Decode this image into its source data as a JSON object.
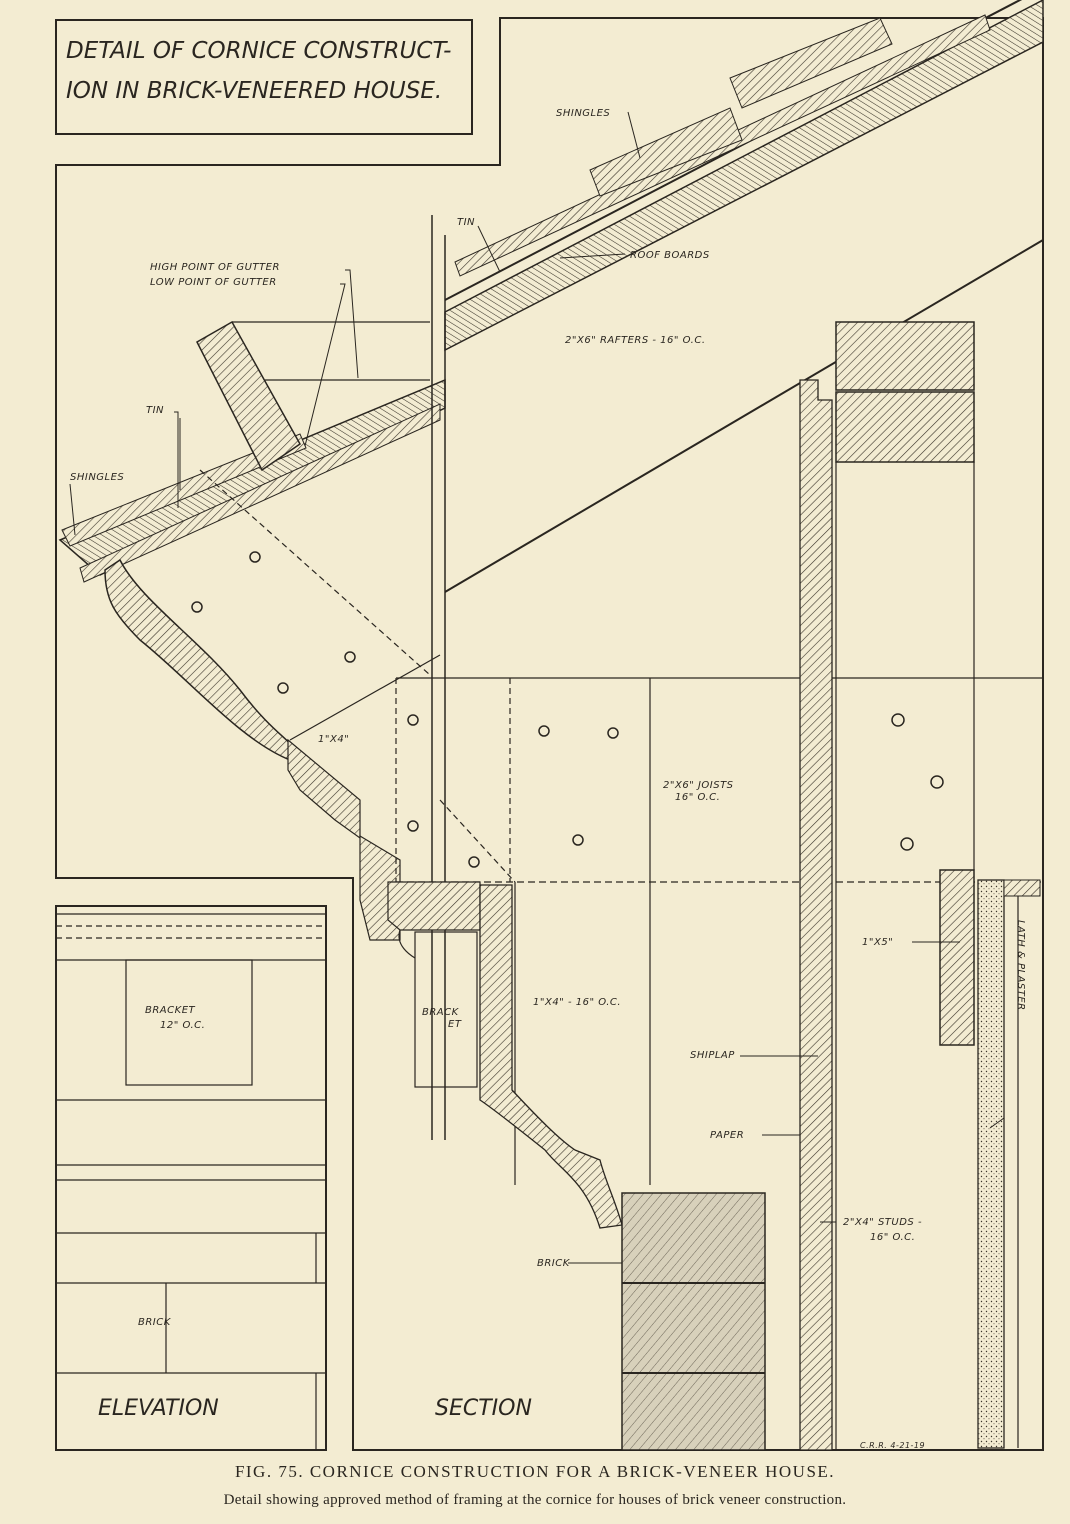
{
  "title_lines": [
    "DETAIL OF CORNICE CONSTRUCT-",
    "ION IN BRICK-VENEERED HOUSE."
  ],
  "labels": {
    "shingles_top": "SHINGLES",
    "tin_top": "TIN",
    "roof_boards": "ROOF BOARDS",
    "high_point": "HIGH POINT OF GUTTER",
    "low_point": "LOW POINT OF GUTTER",
    "rafters": "2\"X6\" RAFTERS - 16\" O.C.",
    "tin_left": "TIN",
    "shingles_left": "SHINGLES",
    "one_by_four": "1\"X4\"",
    "joists_1": "2\"X6\" JOISTS",
    "joists_2": "16\" O.C.",
    "one_by_five": "1\"X5\"",
    "lath_plaster": "LATH & PLASTER",
    "bracket_1": "BRACKET",
    "bracket_2": "12\" O.C.",
    "bracket_set_1": "BRACK",
    "bracket_set_2": "ET",
    "sheathing_1": "1\"X4\" - 16\" O.C.",
    "shiplap": "SHIPLAP",
    "paper": "PAPER",
    "studs_1": "2\"X4\" STUDS -",
    "studs_2": "16\" O.C.",
    "brick_section": "BRICK",
    "brick_elev": "BRICK",
    "elevation": "ELEVATION",
    "section": "SECTION",
    "signature": "C.R.R. 4-21-19"
  },
  "caption": {
    "figure": "FIG. 75. CORNICE CONSTRUCTION FOR A BRICK-VENEER HOUSE.",
    "description": "Detail showing approved method of framing at the cornice for houses of brick veneer construction."
  }
}
